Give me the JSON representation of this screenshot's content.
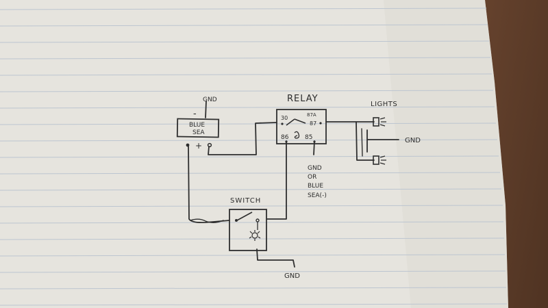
{
  "colors": {
    "paper": "#e7e5df",
    "paper_shadow": "#d3d0c8",
    "rule_line": "#b9c3cf",
    "ink": "#2e2e2e",
    "desk": "#6b4630"
  },
  "labels": {
    "top_gnd": "GND",
    "minus_sign": "-",
    "plus_sign": "+",
    "blue_sea_line1": "BLUE",
    "blue_sea_line2": "SEA",
    "relay_title": "RELAY",
    "relay_pin_30": "30",
    "relay_pin_87a": "87A",
    "relay_pin_87": "87",
    "relay_pin_86": "86",
    "relay_pin_85": "85",
    "lights_title": "LIGHTS",
    "lights_gnd": "GND",
    "relay_gnd_line1": "GND",
    "relay_gnd_line2": "OR",
    "relay_gnd_line3": "BLUE",
    "relay_gnd_line4": "SEA(-)",
    "switch_title": "SWITCH",
    "switch_gnd": "GND"
  }
}
